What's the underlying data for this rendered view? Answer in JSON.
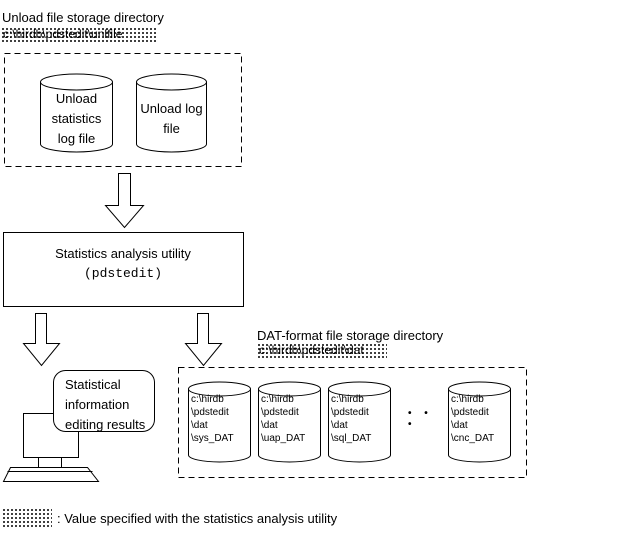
{
  "unload": {
    "title": "Unload file storage directory",
    "path": "c:\\hirdb\\pdstedit\\unlfile",
    "cyl_stats": "Unload\nstatistics\nlog file",
    "cyl_log": "Unload log\nfile"
  },
  "utility": {
    "title": "Statistics analysis utility",
    "command": "(pdstedit)"
  },
  "results": {
    "label": "Statistical\ninformation\nediting results"
  },
  "dat": {
    "title": "DAT-format file storage directory",
    "path": "c:\\hirdb\\pdstedit\\dat",
    "cylinders": [
      "c:\\hirdb\n\\pdstedit\n\\dat\n\\sys_DAT",
      "c:\\hirdb\n\\pdstedit\n\\dat\n\\uap_DAT",
      "c:\\hirdb\n\\pdstedit\n\\dat\n\\sql_DAT",
      "c:\\hirdb\n\\pdstedit\n\\dat\n\\cnc_DAT"
    ],
    "ellipsis": "• • •"
  },
  "legend": {
    "text": ": Value specified with the statistics analysis utility"
  },
  "colors": {
    "line": "#000000",
    "background": "#ffffff"
  }
}
